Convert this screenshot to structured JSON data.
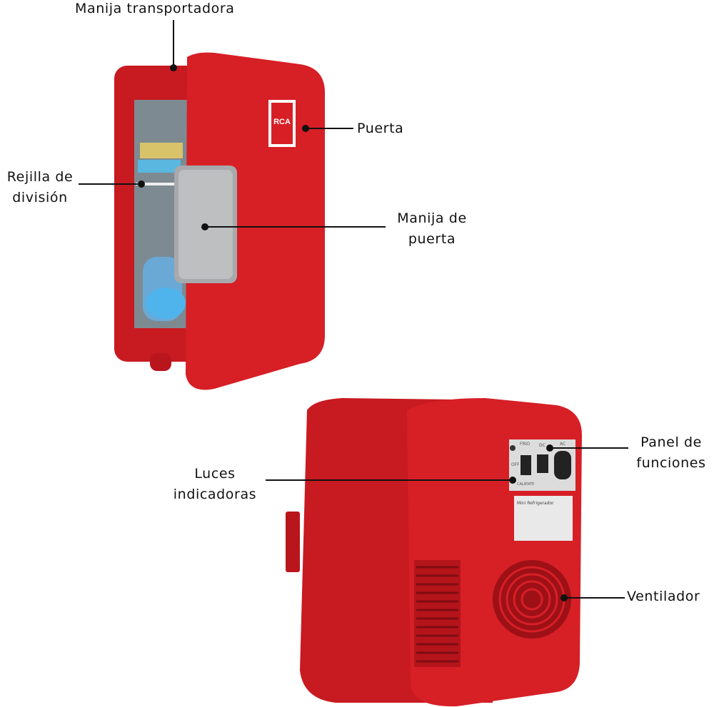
{
  "labels": {
    "carry_handle": "Manija transportadora",
    "door": "Puerta",
    "divider_line1": "Rejilla de",
    "divider_line2": "división",
    "door_handle_line1": "Manija de",
    "door_handle_line2": "puerta",
    "panel_line1": "Panel de",
    "panel_line2": "funciones",
    "lights_line1": "Luces",
    "lights_line2": "indicadoras",
    "fan": "Ventilador"
  },
  "product": {
    "brand": "RCA",
    "model_name": "Mini Refrigerador",
    "switch_top": "FRIO",
    "switch_mid": "OFF",
    "switch_bottom": "CALIENTE",
    "dc": "DC",
    "ac": "AC"
  },
  "colors": {
    "body": "#d71f26",
    "body_dark": "#b5141b",
    "handle": "#a7a9ac"
  }
}
